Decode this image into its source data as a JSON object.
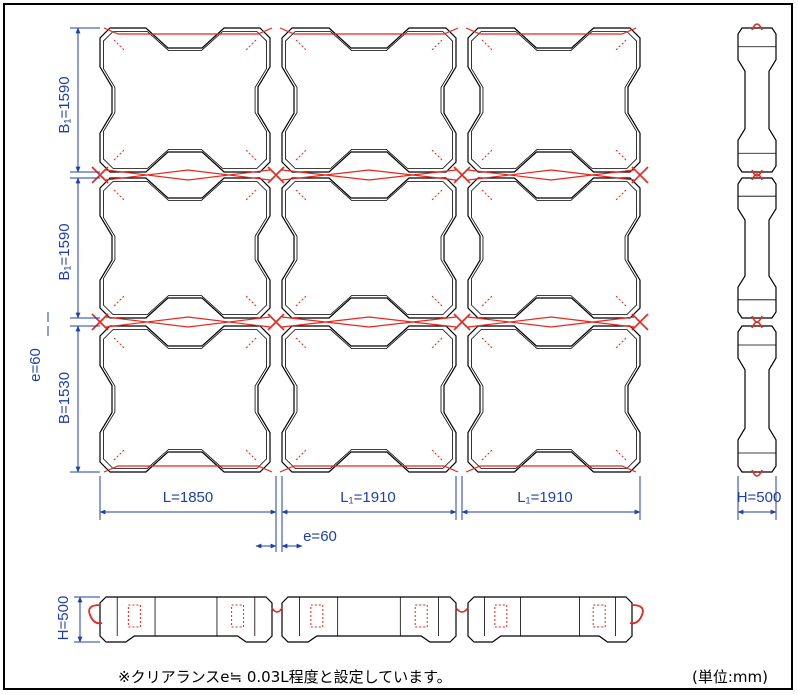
{
  "dimensions": {
    "b1_top": "B₁=1590",
    "b1_mid": "B₁=1590",
    "gap_left": "e=60",
    "b_bottom": "B=1530",
    "l_first": "L=1850",
    "l1_second": "L₁=1910",
    "l1_third": "L₁=1910",
    "gap_bottom": "e=60",
    "height_side": "H=500",
    "height_bottom": "H=500"
  },
  "notes": {
    "clearance": "※クリアランスe≒ 0.03L程度と設定しています。",
    "unit": "(単位:mm)"
  },
  "colors": {
    "outline": "#000000",
    "dimension": "#1f3fa8",
    "connector": "#e8261c"
  }
}
